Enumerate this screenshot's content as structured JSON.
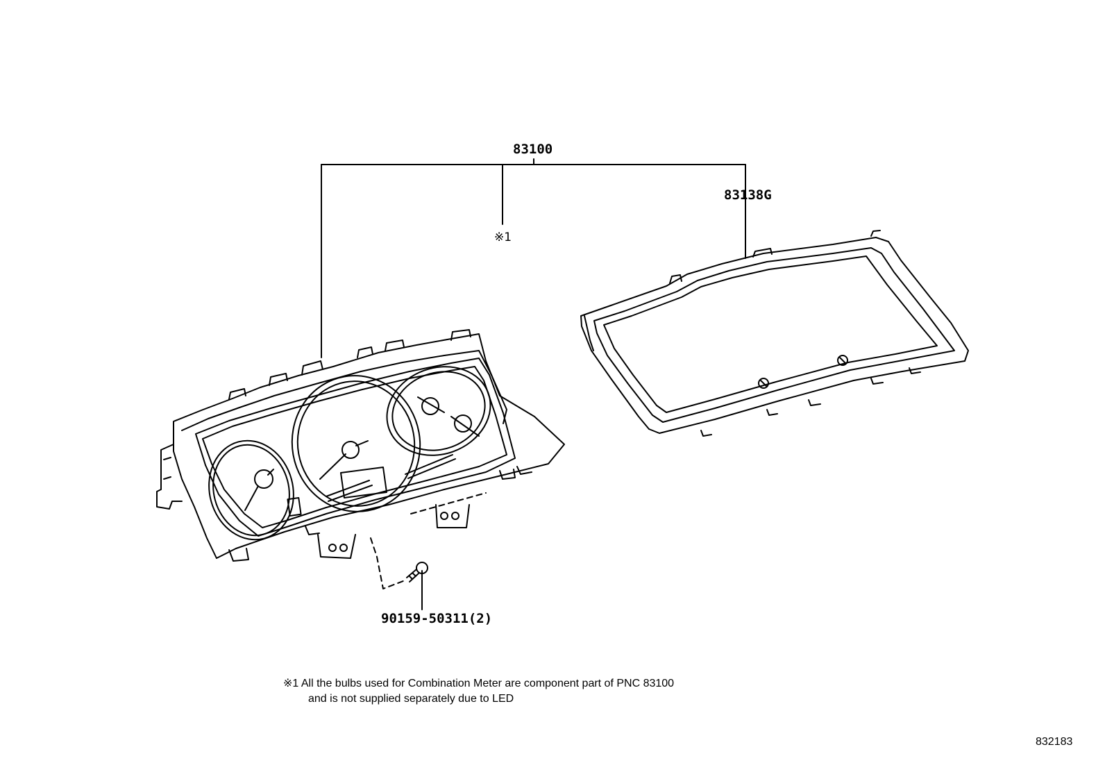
{
  "callouts": {
    "combination_meter": "83100",
    "glass_panel": "83138G",
    "note_marker": "※1",
    "screw": "90159-50311(2)"
  },
  "footnote": {
    "marker": "※1",
    "line1": "All the bulbs used for Combination Meter are component part of PNC 83100",
    "line2": "and is not supplied separately due to LED"
  },
  "diagram_id": "832183",
  "colors": {
    "line": "#000000",
    "background": "#ffffff"
  }
}
